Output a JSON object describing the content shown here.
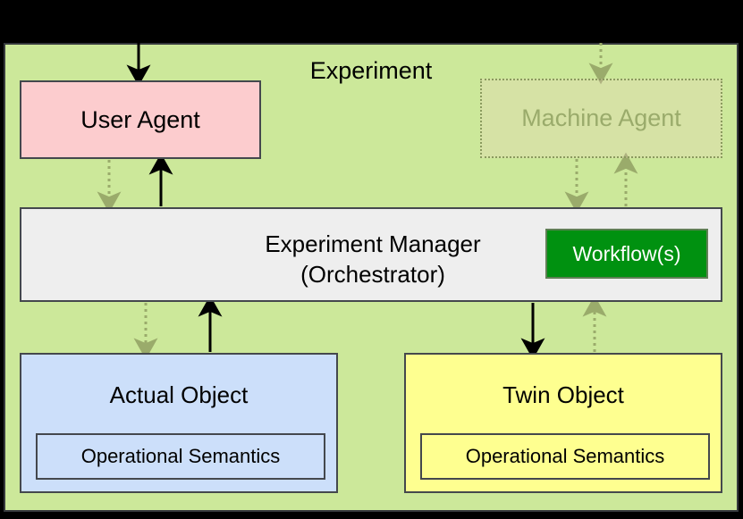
{
  "diagram": {
    "title": "Experiment",
    "colors": {
      "page_background": "#000000",
      "experiment_fill": "#cce89a",
      "user_agent_fill": "#fcccce",
      "machine_agent_fill_faded": "#d9dfa8",
      "experiment_manager_fill": "#eeeeee",
      "workflows_fill": "#009110",
      "actual_object_fill": "#ccdffa",
      "twin_object_fill": "#feff90",
      "border": "#44484d",
      "faded_text": "#9aab6b"
    },
    "nodes": {
      "user_agent": {
        "label": "User Agent"
      },
      "machine_agent": {
        "label": "Machine Agent",
        "state": "faded-disabled"
      },
      "experiment_manager": {
        "line1": "Experiment Manager",
        "line2": "(Orchestrator)"
      },
      "workflows": {
        "label": "Workflow(s)"
      },
      "actual_object": {
        "label": "Actual Object",
        "inner_label": "Operational Semantics"
      },
      "twin_object": {
        "label": "Twin Object",
        "inner_label": "Operational Semantics"
      }
    },
    "connectors": [
      {
        "name": "external-to-user-agent",
        "style": "solid",
        "direction": "down"
      },
      {
        "name": "external-to-machine-agent",
        "style": "dotted",
        "direction": "down"
      },
      {
        "name": "user-agent-to-manager",
        "style": "dotted",
        "direction": "down"
      },
      {
        "name": "manager-to-user-agent",
        "style": "solid",
        "direction": "up"
      },
      {
        "name": "machine-agent-to-manager",
        "style": "dotted",
        "direction": "down"
      },
      {
        "name": "manager-to-machine-agent",
        "style": "dotted",
        "direction": "up"
      },
      {
        "name": "manager-to-actual-object",
        "style": "dotted",
        "direction": "down"
      },
      {
        "name": "actual-object-to-manager",
        "style": "solid",
        "direction": "up"
      },
      {
        "name": "manager-to-twin-object",
        "style": "solid",
        "direction": "down"
      },
      {
        "name": "twin-object-to-manager",
        "style": "dotted",
        "direction": "up"
      }
    ]
  }
}
